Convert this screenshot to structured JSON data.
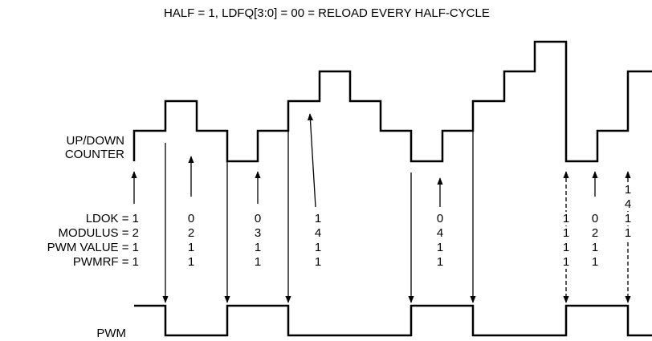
{
  "diagram": {
    "title": "HALF = 1, LDFQ[3:0] = 00 = RELOAD EVERY HALF-CYCLE",
    "counter_label_line1": "UP/DOWN",
    "counter_label_line2": "COUNTER",
    "pwm_label": "PWM",
    "legend": [
      "LDOK = 1",
      "MODULUS = 2",
      "PWM VALUE = 1",
      "PWMRF = 1"
    ],
    "reload_columns": [
      {
        "digits": [
          "0",
          "2",
          "1",
          "1"
        ]
      },
      {
        "digits": [
          "0",
          "3",
          "1",
          "1"
        ]
      },
      {
        "digits": [
          "1",
          "4",
          "1",
          "1"
        ]
      },
      {
        "digits": [
          "0",
          "4",
          "1",
          "1"
        ]
      },
      {
        "digits": [
          "1",
          "1",
          "1",
          "1"
        ]
      },
      {
        "digits": [
          "0",
          "2",
          "1",
          "1"
        ]
      },
      {
        "digits": [
          "1",
          "4",
          "1",
          "1"
        ]
      }
    ]
  }
}
